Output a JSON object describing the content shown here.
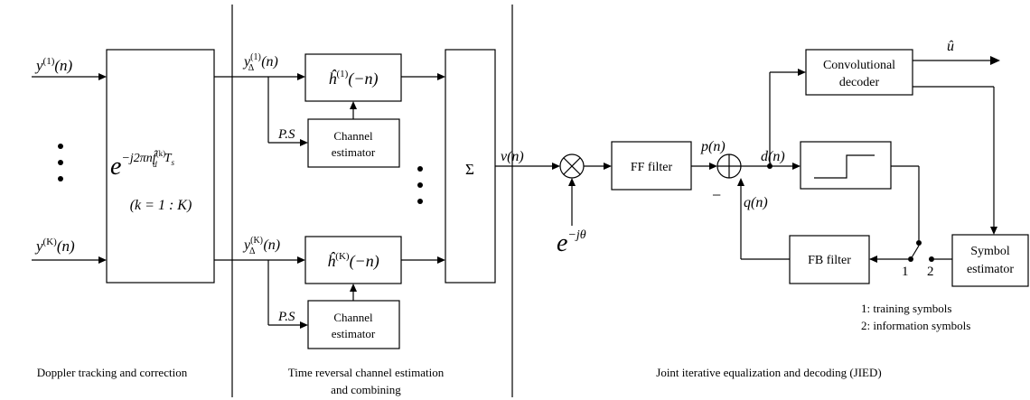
{
  "sections": {
    "doppler": "Doppler tracking and correction",
    "tr_line1": "Time reversal channel estimation",
    "tr_line2": "and combining",
    "jied": "Joint iterative equalization and decoding (JIED)"
  },
  "signals": {
    "y1_base": "y",
    "y1_sup": "(1)",
    "y1_arg": "(n)",
    "yK_base": "y",
    "yK_sup": "(K)",
    "yK_arg": "(n)",
    "yd1_base": "y",
    "yd1_sub": "Δ",
    "yd1_sup": "(1)",
    "yd1_arg": "(n)",
    "ydK_base": "y",
    "ydK_sub": "Δ",
    "ydK_sup": "(K)",
    "ydK_arg": "(n)",
    "v": "v(n)",
    "p": "p(n)",
    "d": "d(n)",
    "q": "q(n)",
    "u_hat": "û",
    "minus": "−"
  },
  "blocks": {
    "doppler_exp_e": "e",
    "doppler_exp": "−j2πnf̂",
    "doppler_exp_sup": "(k)",
    "doppler_exp_sub": "d",
    "doppler_exp_tail": "T",
    "doppler_exp_tail_sub": "s",
    "doppler_range": "(k = 1 : K)",
    "h1_base": "ĥ",
    "h1_sup": "(1)",
    "h1_arg": "(−n)",
    "hK_base": "ĥ",
    "hK_sup": "(K)",
    "hK_arg": "(−n)",
    "chan_line1": "Channel",
    "chan_line2": "estimator",
    "ps": "P.S",
    "sigma": "Σ",
    "phase_e": "e",
    "phase_exp": "−jθ",
    "ff": "FF filter",
    "fb": "FB filter",
    "conv_line1": "Convolutional",
    "conv_line2": "decoder",
    "sym_line1": "Symbol",
    "sym_line2": "estimator"
  },
  "switch": {
    "pos1": "1",
    "pos2": "2",
    "legend1": "1: training symbols",
    "legend2": "2: information symbols"
  },
  "dots": "⋮"
}
